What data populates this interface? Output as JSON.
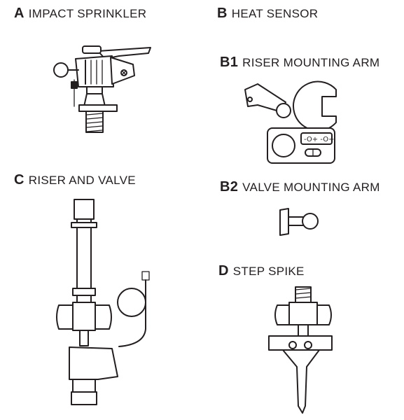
{
  "parts": [
    {
      "letter": "A",
      "name": "IMPACT SPRINKLER"
    },
    {
      "letter": "B",
      "name": "HEAT SENSOR"
    },
    {
      "letter": "B1",
      "name": "RISER MOUNTING ARM"
    },
    {
      "letter": "C",
      "name": "RISER AND VALVE"
    },
    {
      "letter": "B2",
      "name": "VALVE MOUNTING ARM"
    },
    {
      "letter": "D",
      "name": "STEP SPIKE"
    }
  ]
}
